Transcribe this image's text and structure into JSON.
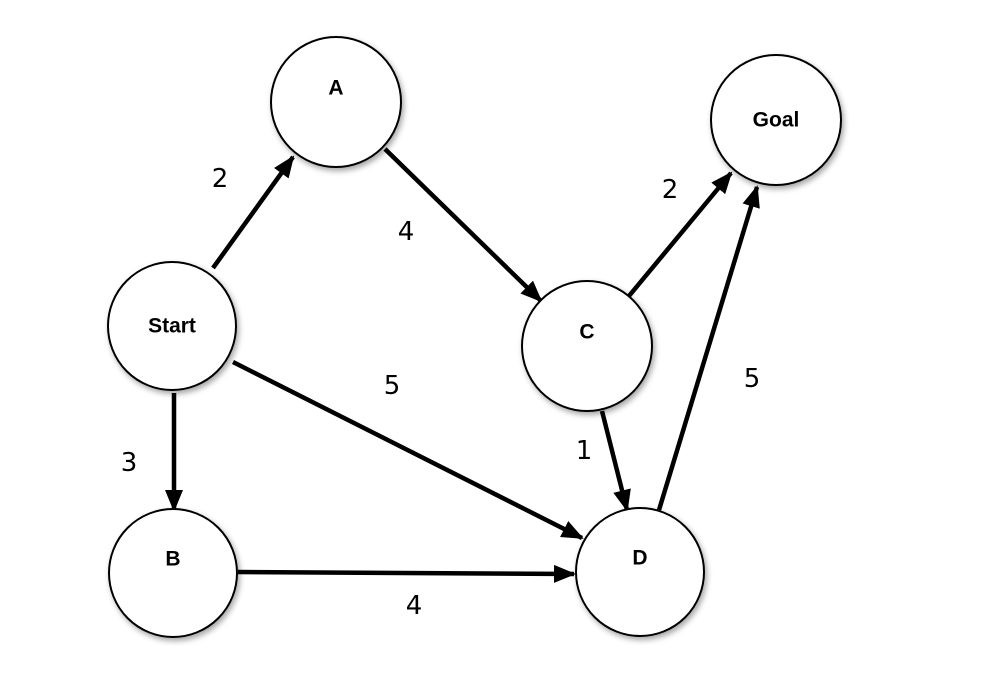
{
  "nodes": [
    {
      "id": "start",
      "label": "Start"
    },
    {
      "id": "a",
      "label": "A"
    },
    {
      "id": "b",
      "label": "B"
    },
    {
      "id": "c",
      "label": "C"
    },
    {
      "id": "d",
      "label": "D"
    },
    {
      "id": "goal",
      "label": "Goal"
    }
  ],
  "edges": [
    {
      "from": "start",
      "to": "a",
      "weight": "2"
    },
    {
      "from": "a",
      "to": "c",
      "weight": "4"
    },
    {
      "from": "start",
      "to": "d",
      "weight": "5"
    },
    {
      "from": "start",
      "to": "b",
      "weight": "3"
    },
    {
      "from": "b",
      "to": "d",
      "weight": "4"
    },
    {
      "from": "c",
      "to": "d",
      "weight": "1"
    },
    {
      "from": "c",
      "to": "goal",
      "weight": "2"
    },
    {
      "from": "d",
      "to": "goal",
      "weight": "5"
    }
  ]
}
